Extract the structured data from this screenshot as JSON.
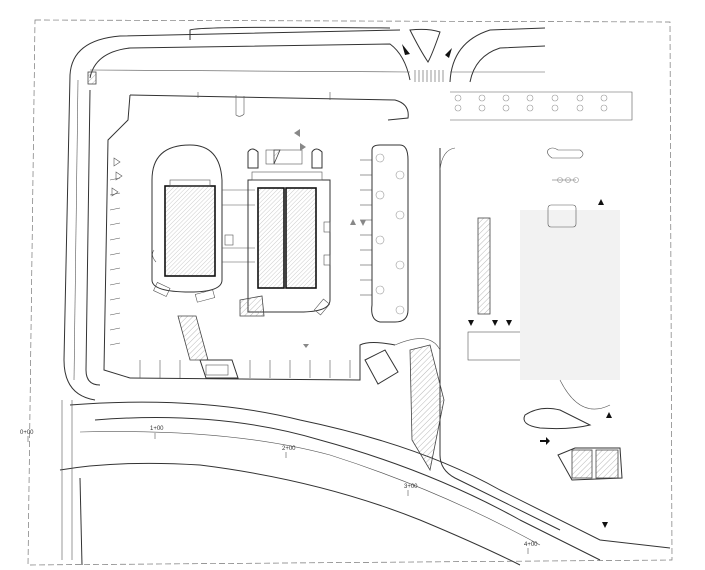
{
  "drawing": {
    "stations": [
      "0+00",
      "1+00",
      "2+00",
      "3+00",
      "4+00"
    ]
  }
}
